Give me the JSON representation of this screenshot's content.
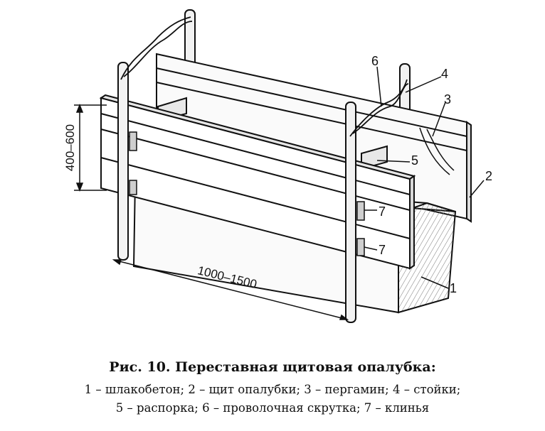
{
  "diagram": {
    "dimensions": {
      "height": "400–600",
      "length": "1000–1500"
    },
    "callouts": {
      "c1": "1",
      "c2": "2",
      "c3": "3",
      "c4": "4",
      "c5": "5",
      "c6": "6",
      "c7a": "7",
      "c7b": "7"
    }
  },
  "caption": {
    "title": "Рис. 10. Переставная щитовая опалубка:",
    "legend_line1": "1 – шлакобетон; 2 – щит опалубки; 3 – пергамин; 4 – стойки;",
    "legend_line2": "5 – распорка; 6 – проволочная скрутка; 7 – клинья"
  }
}
